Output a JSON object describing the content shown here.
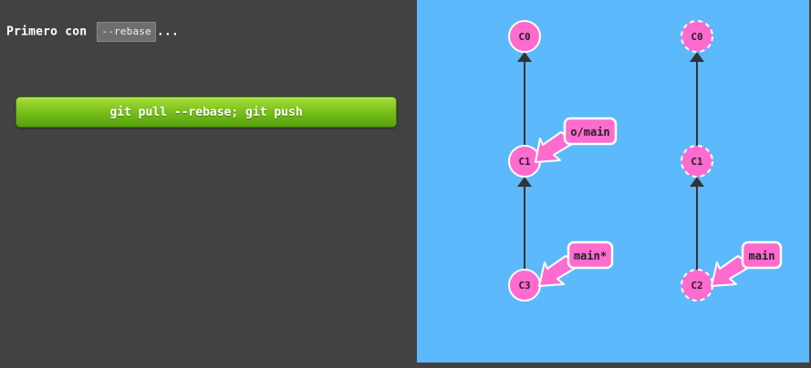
{
  "intro": {
    "prefix": "Primero con",
    "code": "--rebase",
    "suffix": "..."
  },
  "command_button": {
    "label": "git pull --rebase; git push"
  },
  "colors": {
    "left_background": "#424242",
    "graph_background": "#5cb9fb",
    "commit_fill": "#ff6bcf",
    "branch_fill": "#ff6bcf",
    "button_green": "#7cc31c"
  },
  "graph_left": {
    "commits": [
      {
        "id": "C0"
      },
      {
        "id": "C1"
      },
      {
        "id": "C3"
      }
    ],
    "branches": [
      {
        "label": "o/main",
        "target": "C1"
      },
      {
        "label": "main*",
        "target": "C3"
      }
    ]
  },
  "graph_right": {
    "commits": [
      {
        "id": "C0",
        "dashed": true
      },
      {
        "id": "C1",
        "dashed": true
      },
      {
        "id": "C2",
        "dashed": true
      }
    ],
    "branches": [
      {
        "label": "main",
        "target": "C2"
      }
    ]
  }
}
